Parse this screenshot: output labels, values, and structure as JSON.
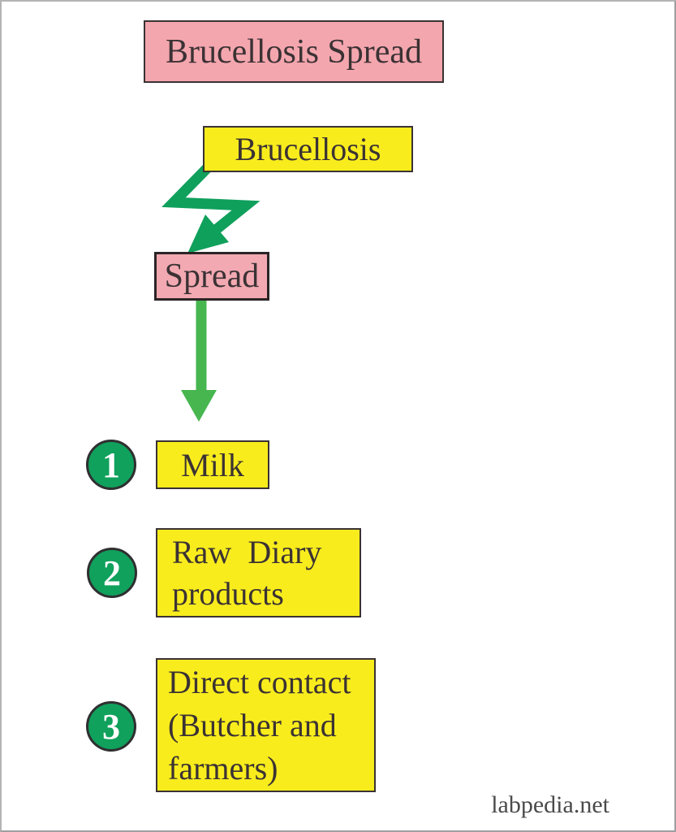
{
  "header": {
    "title": "Brucellosis Spread"
  },
  "flow": {
    "source_label": "Brucellosis",
    "spread_label": "Spread"
  },
  "routes": [
    {
      "number": "1",
      "lines": [
        "Milk"
      ]
    },
    {
      "number": "2",
      "lines": [
        "Raw  Diary",
        "products"
      ]
    },
    {
      "number": "3",
      "lines": [
        "Direct contact",
        "(Butcher and",
        "farmers)"
      ]
    }
  ],
  "watermark": "labpedia.net",
  "icons": {
    "zigzag_arrow": "zigzag-arrow-icon",
    "down_arrow": "down-arrow-icon"
  },
  "colors": {
    "box_pink": "#F4A6AE",
    "box_yellow": "#F8EC1C",
    "circle_green": "#10A15C",
    "zigzag_arrow_green": "#0FA05C",
    "down_arrow_green": "#47B64F",
    "text_dark": "#3B3234",
    "border_dark": "#3A3233",
    "watermark_gray": "#4A4A4C"
  }
}
